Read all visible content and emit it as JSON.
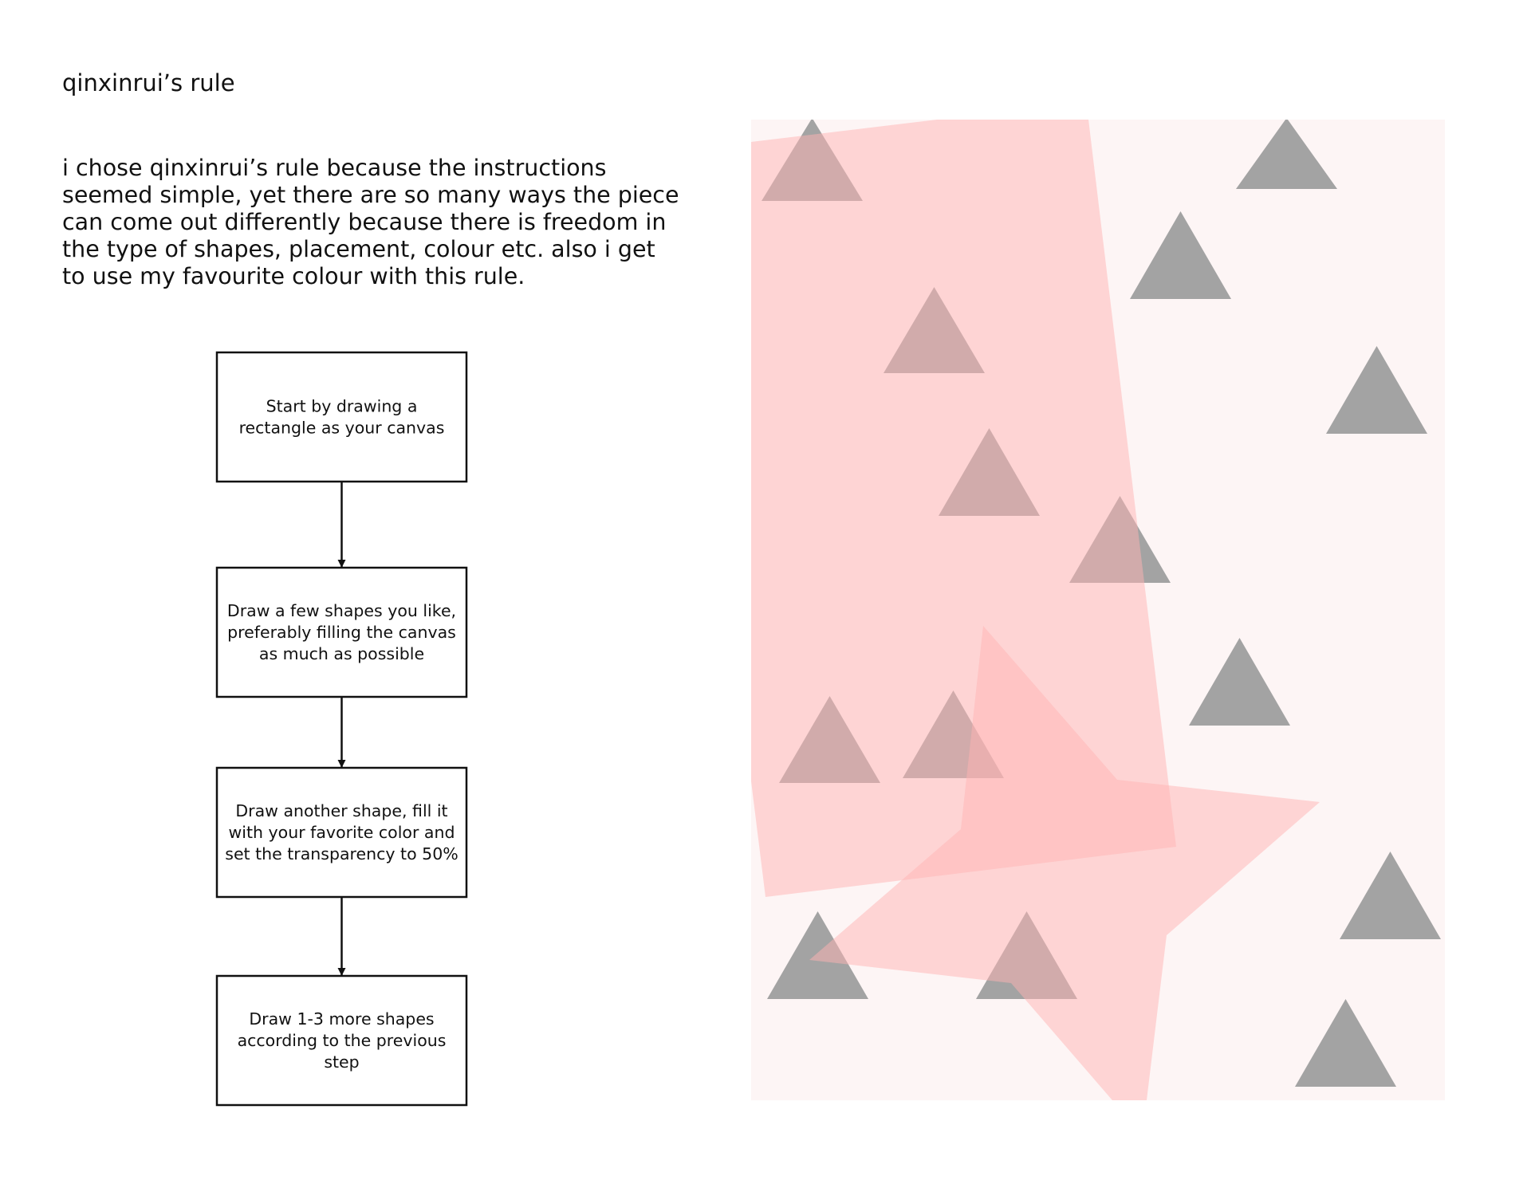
{
  "title": "qinxinrui’s rule",
  "intro_lines": [
    "i chose qinxinrui’s rule because the instructions",
    "seemed simple, yet there are so many ways the piece",
    "can come out differently because there is freedom in",
    "the type of shapes, placement, colour etc. also i get",
    "to use my favourite colour with this rule."
  ],
  "flowchart": {
    "steps": [
      {
        "lines": [
          "Start by drawing a",
          "rectangle as your canvas"
        ]
      },
      {
        "lines": [
          "Draw a few shapes you like,",
          "preferably filling the canvas",
          "as much as possible"
        ]
      },
      {
        "lines": [
          "Draw another shape, fill it",
          "with your favorite color and",
          "set the transparency to 50%"
        ]
      },
      {
        "lines": [
          "Draw 1-3 more shapes",
          "according to the previous",
          "step"
        ]
      }
    ]
  },
  "artwork": {
    "canvas_color": "#fdf5f5",
    "triangle_color": "#a3a3a3",
    "overlay_color": "#ffb3b3",
    "overlay_opacity": 0.5,
    "triangle_count": 14,
    "overlay_shapes": [
      "quadrilateral",
      "star"
    ]
  }
}
